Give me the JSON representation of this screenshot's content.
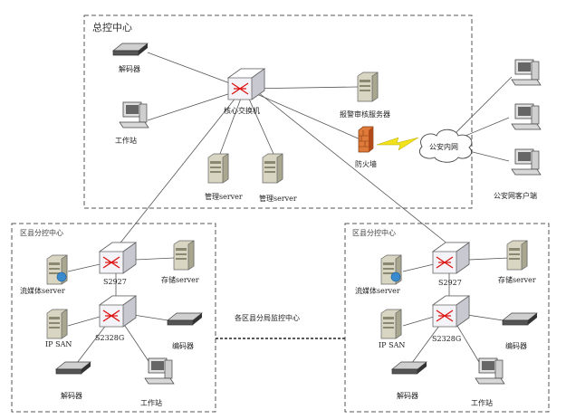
{
  "colors": {
    "switch": "#e8e8ee",
    "server": "#c9c7b0",
    "firewall": "#d9602a",
    "lightning": "#f2e21c"
  },
  "center": {
    "title": "总控中心",
    "core_switch": "核心交换机",
    "decoder": "解码器",
    "workstation": "工作站",
    "alarm_server": "报警审核服务器",
    "firewall": "防火墙",
    "manage_server_1": "管理server",
    "manage_server_2": "管理server",
    "public_net": "公安内网",
    "public_clients": "公安网客户端"
  },
  "branch_left": {
    "title": "区县分控中心",
    "switch_top": "S2927",
    "switch_bottom": "S2328G",
    "stream_server": "流媒体server",
    "storage_server": "存储server",
    "ipsan": "IP SAN",
    "encoder": "编码器",
    "decoder": "解码器",
    "workstation": "工作站"
  },
  "branch_right": {
    "title": "区县分控中心",
    "switch_top": "S2927",
    "switch_bottom": "S2328G",
    "stream_server": "流媒体server",
    "storage_server": "存储server",
    "ipsan": "IP SAN",
    "encoder": "编码器",
    "decoder": "解码器",
    "workstation": "工作站"
  },
  "link_label": "各区县分局监控中心"
}
